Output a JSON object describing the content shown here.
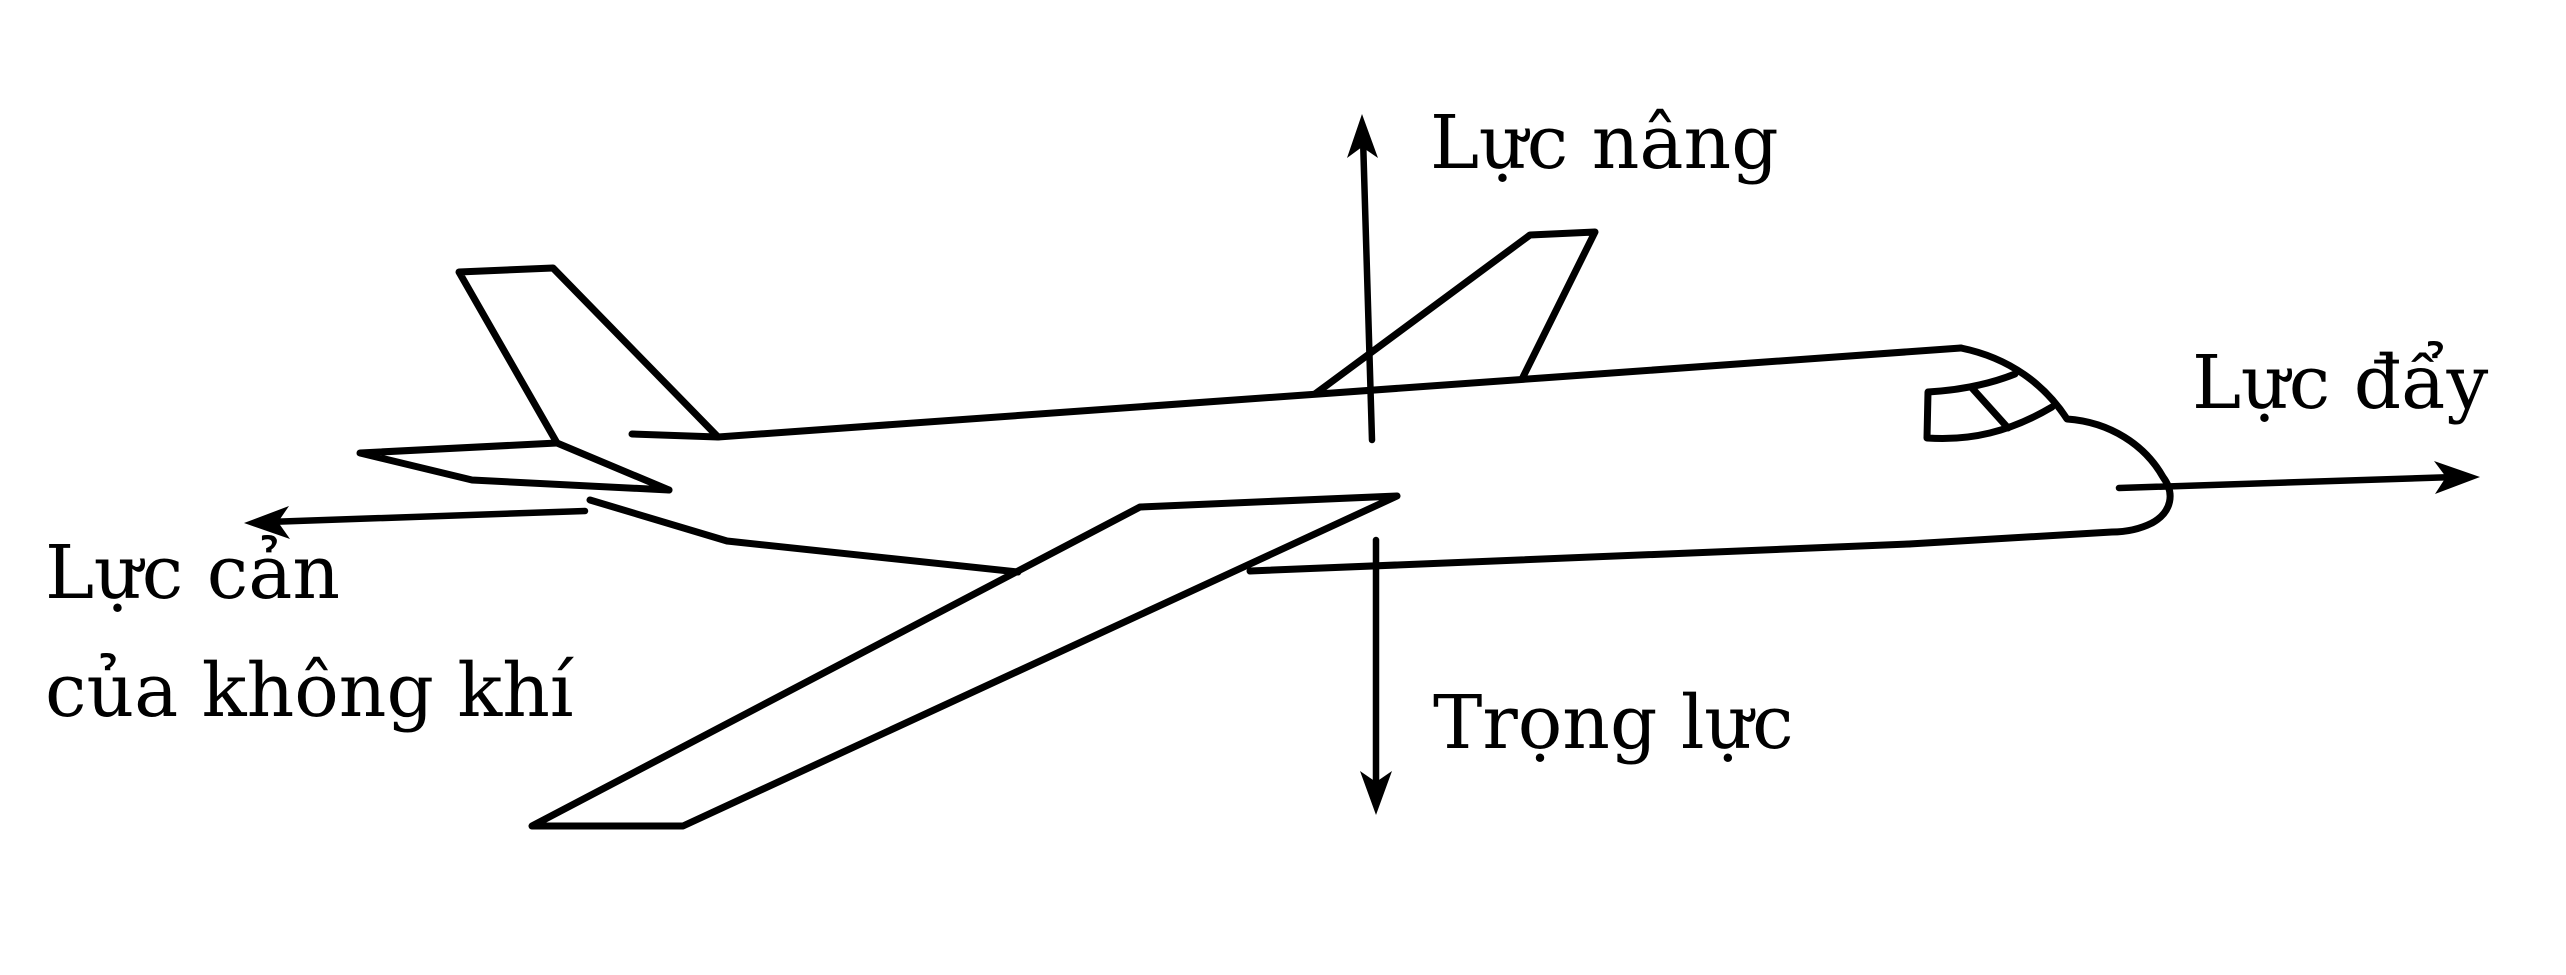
{
  "labels": {
    "lift": "Lực nâng",
    "thrust": "Lực đẩy",
    "drag_line1": "Lực cản",
    "drag_line2": "của không khí",
    "weight": "Trọng lực"
  }
}
